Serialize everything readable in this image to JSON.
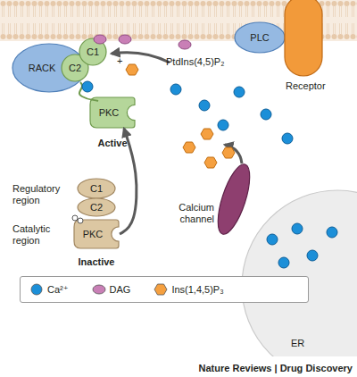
{
  "diagram": {
    "nodes": [
      {
        "text": [
          "RACK"
        ]
      },
      {
        "text": [
          "C2"
        ]
      },
      {
        "text": [
          "C1"
        ]
      },
      {
        "text": [
          "PLC"
        ]
      },
      {
        "text": [
          "Receptor"
        ]
      },
      {
        "text": [
          "PKC",
          "Active"
        ]
      },
      {
        "text": [
          "Calcium channel"
        ]
      },
      {
        "text": [
          "C1"
        ]
      },
      {
        "text": [
          "C2"
        ]
      },
      {
        "text": [
          "PKC",
          "Inactive"
        ]
      },
      {
        "text": [
          "ER"
        ]
      }
    ],
    "edges": [
      {
        "from": 9,
        "to": 5,
        "arrow": "to"
      }
    ],
    "labels": [
      "+",
      "PtdIns(4,5)P₂",
      "Regulatory region",
      "Catalytic region",
      "Nature Reviews | Drug Discovery"
    ],
    "legend": [
      {
        "text": "Ca²⁺",
        "color": "#1c8fd8"
      },
      {
        "text": "DAG",
        "color": "#c97fb6"
      },
      {
        "text": "Ins(1,4,5)P₃",
        "color": "#f5a040"
      }
    ]
  }
}
